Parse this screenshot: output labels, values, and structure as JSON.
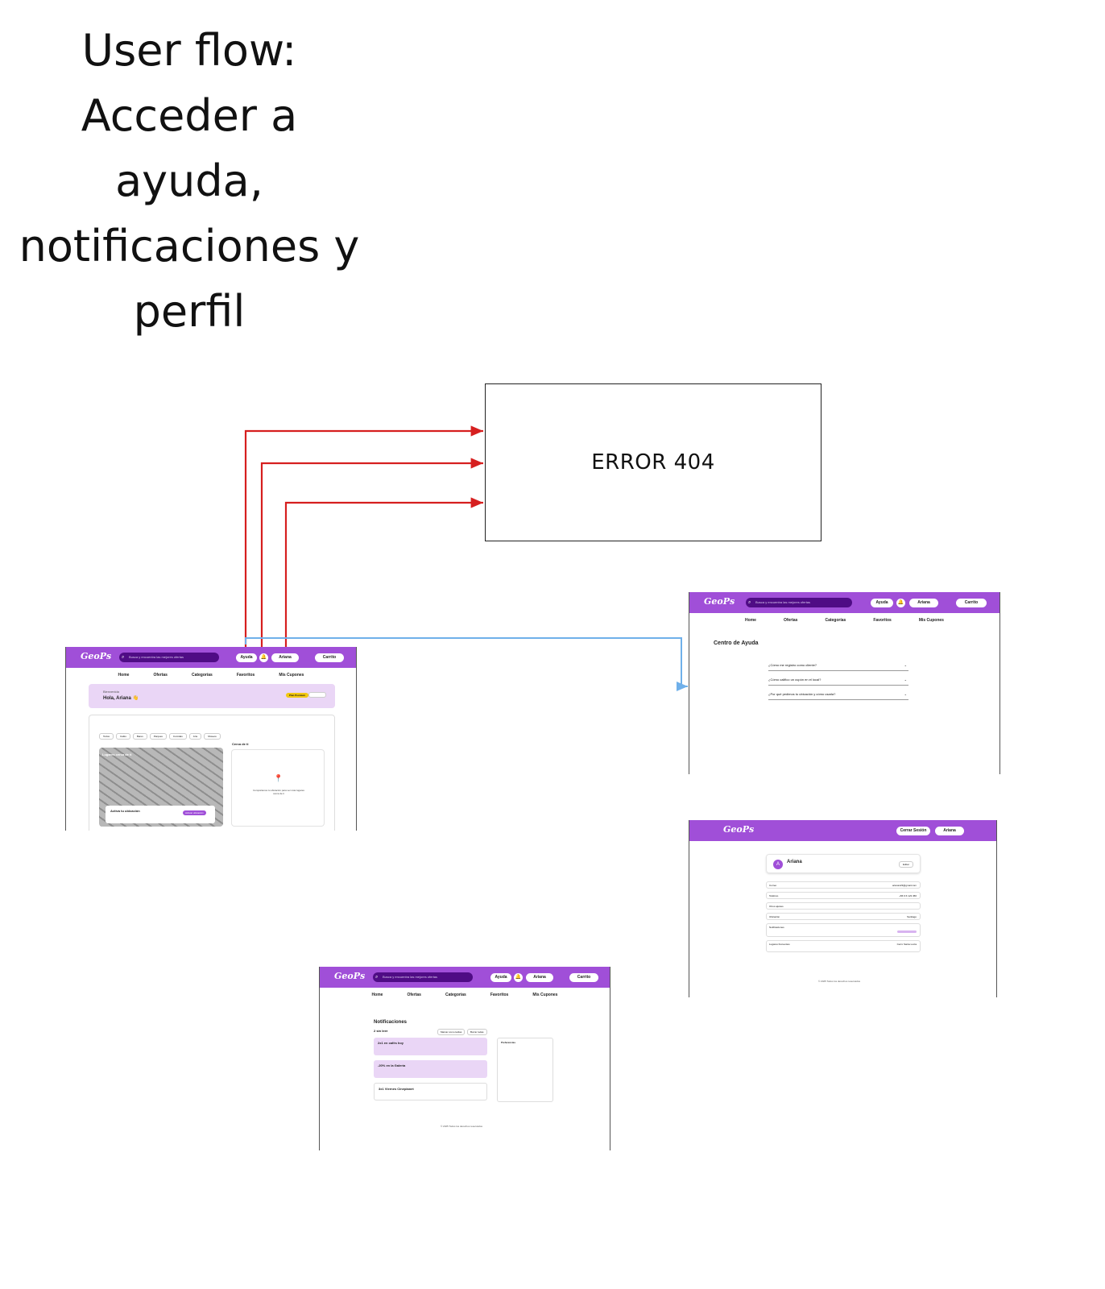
{
  "title_lines": [
    "User flow:",
    "Acceder a",
    "ayuda,",
    "notificaciones y",
    "perfil"
  ],
  "error_box": {
    "label": "ERROR 404"
  },
  "colors": {
    "brand_purple": "#a04fd8",
    "search_purple": "#4f0c85",
    "error_arrow": "#d61f1f",
    "help_arrow": "#6fb0ea"
  },
  "home": {
    "logo": "GeoPs",
    "search_placeholder": "Busca y encuentra las mejores ofertas",
    "help": "Ayuda",
    "user": "Ariana",
    "cart": "Carrito",
    "tabs": [
      "Home",
      "Ofertas",
      "Categorías",
      "Favoritos",
      "Mis Cupones"
    ],
    "welcome_small": "Bienvenida",
    "welcome": "Hola, Ariana 👋",
    "badge": "Plan Premium",
    "nearby": "Lugares cerca de ti",
    "activate_title": "Activa tu ubicación",
    "activate_btn": "Activar ubicación",
    "near_title": "Cerca de ti",
    "near_msg": "Compártenos tu ubicación para ver más lugares cerca de ti",
    "chips": [
      "Todos",
      "Cafés",
      "Bares",
      "Parques",
      "Comidas",
      "Arte",
      "Museos"
    ]
  },
  "help": {
    "logo": "GeoPs",
    "search_placeholder": "Busca y encuentra las mejores ofertas",
    "help": "Ayuda",
    "user": "Ariana",
    "cart": "Carrito",
    "tabs": [
      "Home",
      "Ofertas",
      "Categorías",
      "Favoritos",
      "Mis Cupones"
    ],
    "heading": "Centro de Ayuda",
    "faqs": [
      "¿Cómo me registro como cliente?",
      "¿Cómo califico un cupón en el local?",
      "¿Por qué pedimos tu ubicación y cómo usarla?"
    ]
  },
  "profile": {
    "logo": "GeoPs",
    "logout": "Cerrar Sesión",
    "user": "Ariana",
    "name": "Ariana",
    "edit": "Editar",
    "fields": [
      {
        "label": "Correo",
        "value": "ariana123@gmail.com"
      },
      {
        "label": "Teléfono",
        "value": "+56 9 6 123 456"
      },
      {
        "label": "Otros ajustes",
        "value": ""
      },
      {
        "label": "Ubicación",
        "value": "Santiago"
      },
      {
        "label": "Notificaciones",
        "value": ""
      },
      {
        "label": "Lugares frecuentes",
        "value": "Cerro Santa Lucía"
      }
    ],
    "footer": "© 2025 Todos los derechos reservados"
  },
  "notifications": {
    "logo": "GeoPs",
    "search_placeholder": "Busca y encuentra las mejores ofertas",
    "help": "Ayuda",
    "user": "Ariana",
    "cart": "Carrito",
    "tabs": [
      "Home",
      "Ofertas",
      "Categorías",
      "Favoritos",
      "Mis Cupones"
    ],
    "heading": "Notificaciones",
    "unread": "2 sin leer",
    "btn_mark": "Marcar como leídas",
    "btn_delete": "Borrar todas",
    "items": [
      "2x1 en cafés hoy",
      "-20% en la Galería",
      "3x1 Viernes Cineplanet"
    ],
    "prefs": "Preferencias",
    "footer": "© 2025 Todos los derechos reservados"
  }
}
